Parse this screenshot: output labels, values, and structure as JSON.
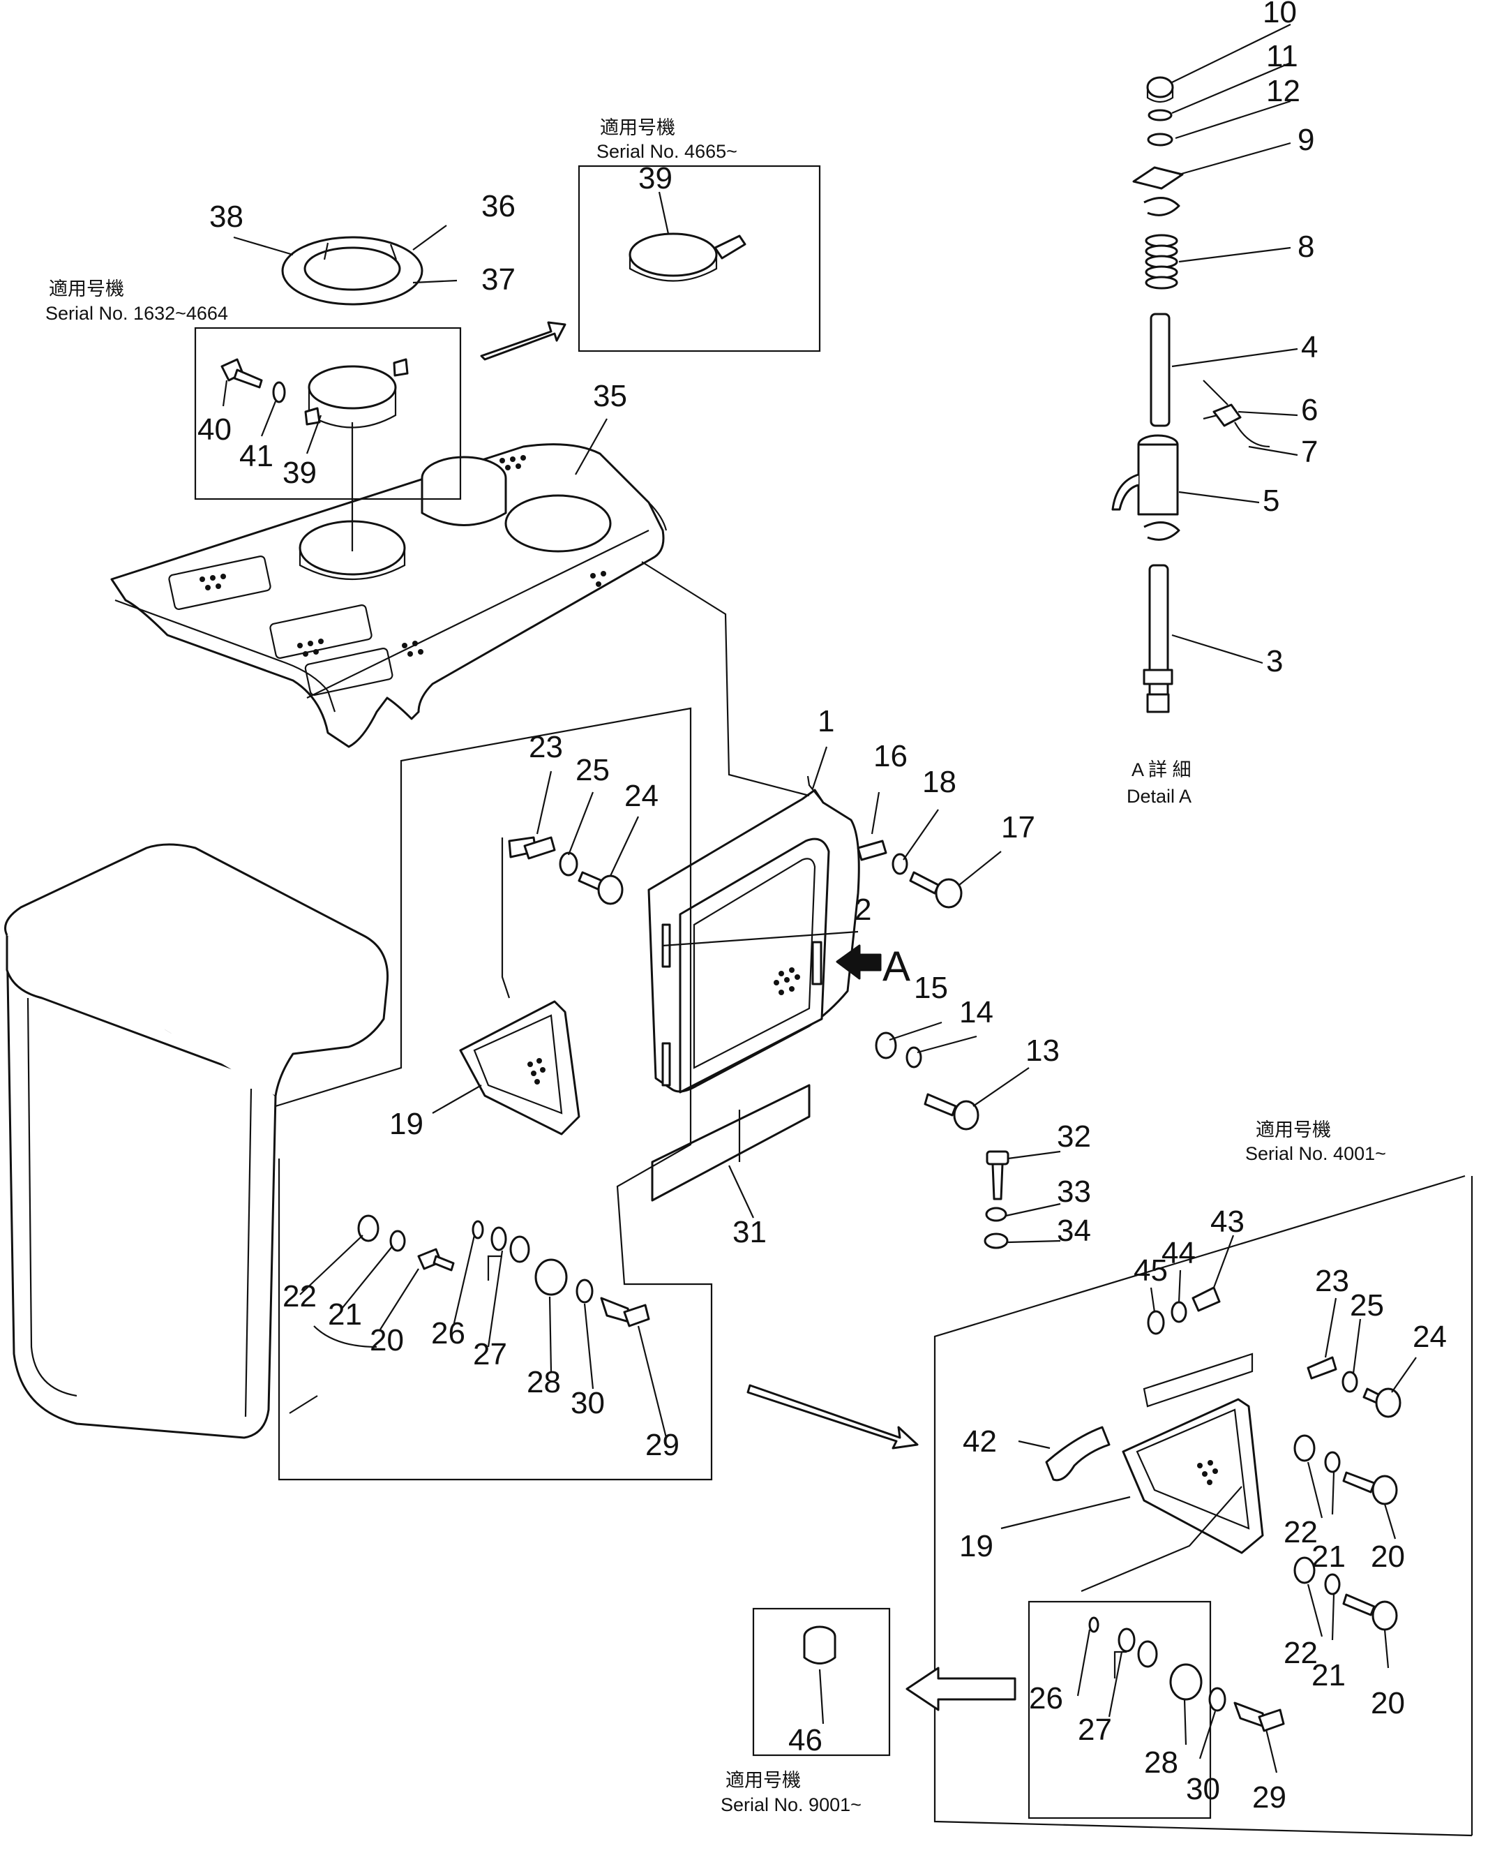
{
  "diagram": {
    "captions": {
      "serial_4665_jp": "適用号機",
      "serial_4665": "Serial No. 4665~",
      "serial_1632_jp": "適用号機",
      "serial_1632": "Serial No. 1632~4664",
      "serial_4001_jp": "適用号機",
      "serial_4001": "Serial No. 4001~",
      "serial_9001_jp": "適用号機",
      "serial_9001": "Serial No. 9001~",
      "detail_a_jp": "A 詳 細",
      "detail_a": "Detail A",
      "view_a": "A"
    },
    "callouts": {
      "c1": "1",
      "c2": "2",
      "c3": "3",
      "c4": "4",
      "c5": "5",
      "c6": "6",
      "c7": "7",
      "c8": "8",
      "c9": "9",
      "c10": "10",
      "c11": "11",
      "c12": "12",
      "c13": "13",
      "c14": "14",
      "c15": "15",
      "c16": "16",
      "c17": "17",
      "c18": "18",
      "c19a": "19",
      "c19b": "19",
      "c20a": "20",
      "c20b": "20",
      "c20c": "20",
      "c21a": "21",
      "c21b": "21",
      "c21c": "21",
      "c22a": "22",
      "c22b": "22",
      "c22c": "22",
      "c23a": "23",
      "c23b": "23",
      "c24a": "24",
      "c24b": "24",
      "c25a": "25",
      "c25b": "25",
      "c26a": "26",
      "c26b": "26",
      "c27a": "27",
      "c27b": "27",
      "c28a": "28",
      "c28b": "28",
      "c29a": "29",
      "c29b": "29",
      "c30a": "30",
      "c30b": "30",
      "c31": "31",
      "c32": "32",
      "c33": "33",
      "c34": "34",
      "c35": "35",
      "c36": "36",
      "c37": "37",
      "c38": "38",
      "c39a": "39",
      "c39b": "39",
      "c40": "40",
      "c41": "41",
      "c42": "42",
      "c43": "43",
      "c44": "44",
      "c45": "45",
      "c46": "46"
    }
  }
}
